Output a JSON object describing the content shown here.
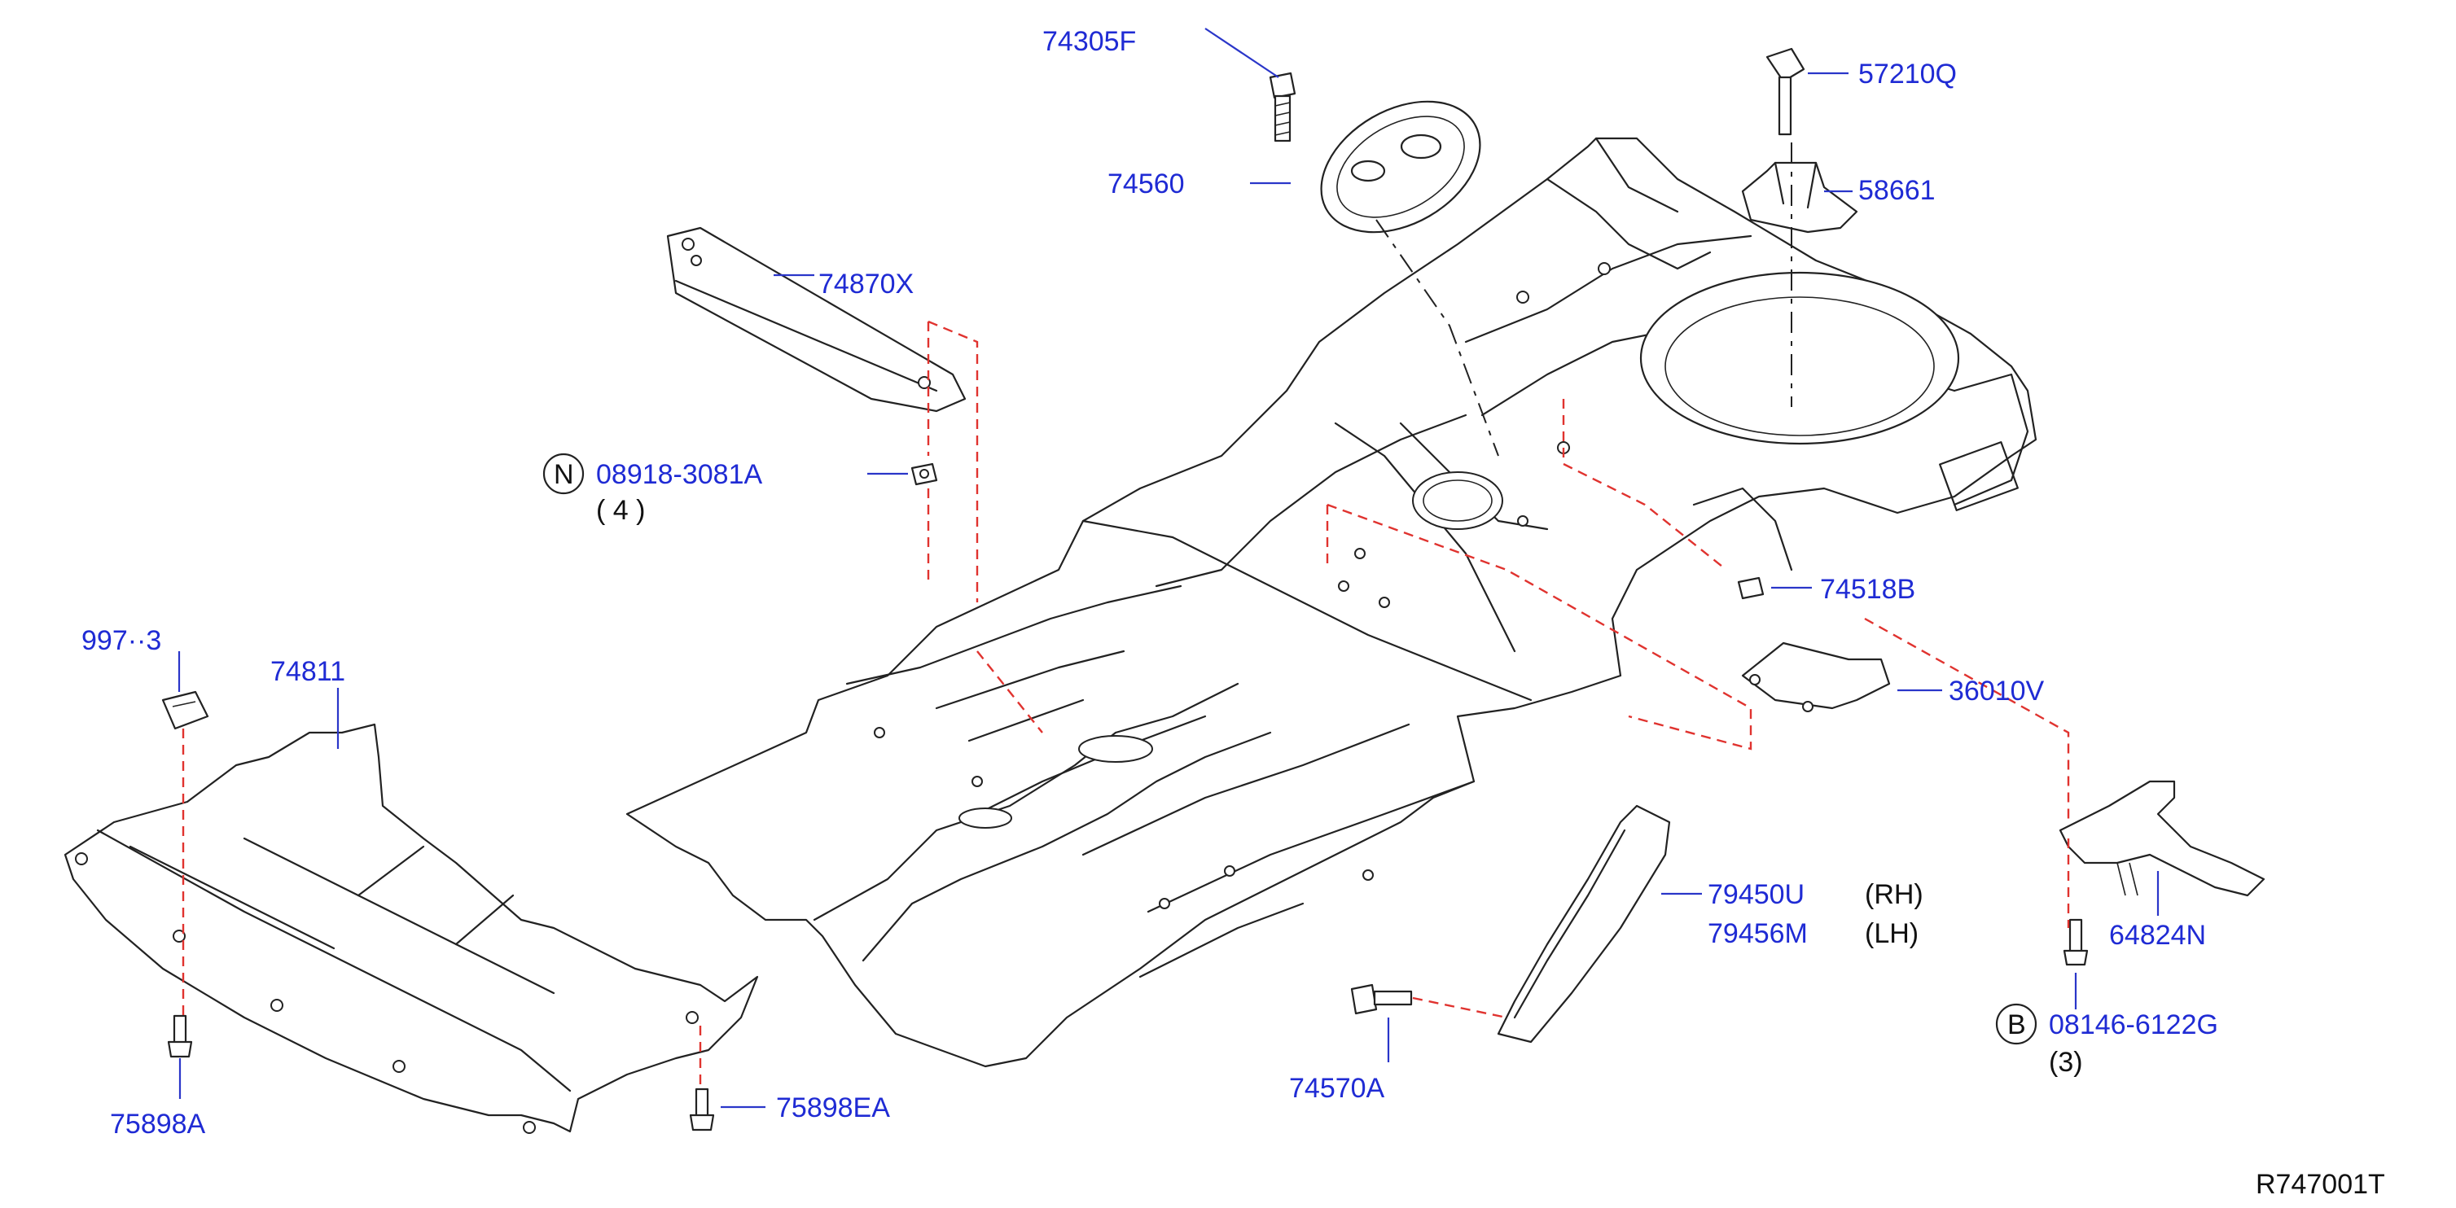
{
  "diagram": {
    "reference_code": "R747001T",
    "parts": {
      "p74305F": "74305F",
      "p57210Q": "57210Q",
      "p74560": "74560",
      "p58661": "58661",
      "p74870X": "74870X",
      "p08918": "08918-3081A",
      "p08918_qty": "( 4 )",
      "p997": "997··3",
      "p74811": "74811",
      "p74518B": "74518B",
      "p36010V": "36010V",
      "p79450U": "79450U",
      "p79450U_side": "(RH)",
      "p79456M": "79456M",
      "p79456M_side": "(LH)",
      "p64824N": "64824N",
      "p08146": "08146-6122G",
      "p08146_qty": "(3)",
      "p74570A": "74570A",
      "p75898A": "75898A",
      "p75898EA": "75898EA",
      "marker_n": "N",
      "marker_b": "B"
    },
    "colors": {
      "label": "#1f2bd4",
      "outline": "#222222",
      "dashed_reference": "#e0332f"
    }
  }
}
